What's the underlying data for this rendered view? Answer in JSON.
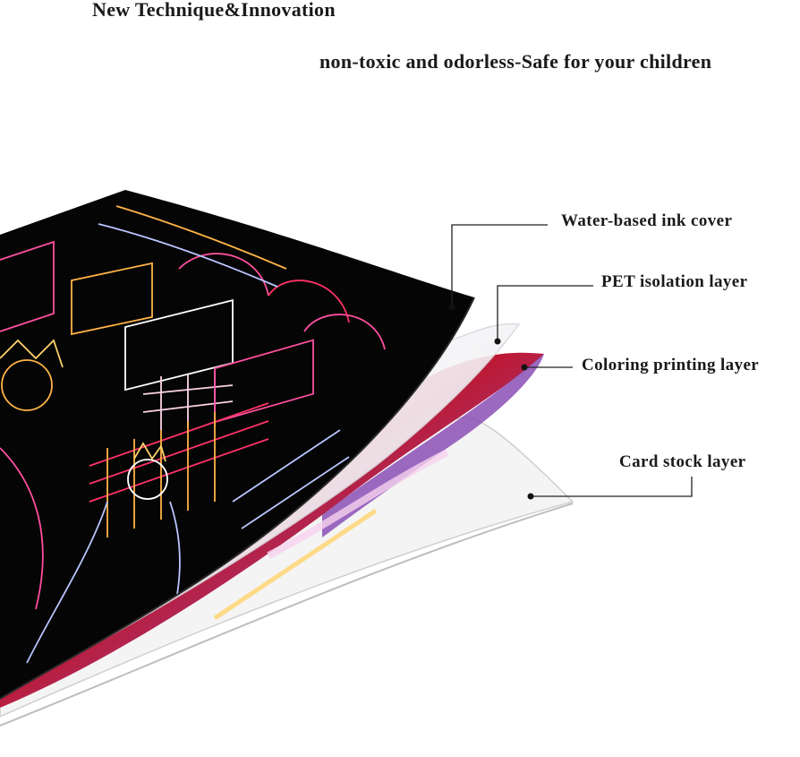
{
  "headline": "New Technique&Innovation",
  "subheadline": "non-toxic and odorless-Safe for your children",
  "layers": [
    {
      "label": "Water-based ink cover"
    },
    {
      "label": "PET isolation layer"
    },
    {
      "label": "Coloring printing layer"
    },
    {
      "label": "Card stock layer"
    }
  ],
  "colors": {
    "ink_cover": "#050505",
    "rainbow_lines": [
      "#ff4fa0",
      "#ffb347",
      "#b9c6ff",
      "#ff3366"
    ],
    "coloring_layer": [
      "#c0162c",
      "#8a4fb5",
      "#e9a7d8"
    ],
    "card_stock": "#f4f4f4"
  }
}
